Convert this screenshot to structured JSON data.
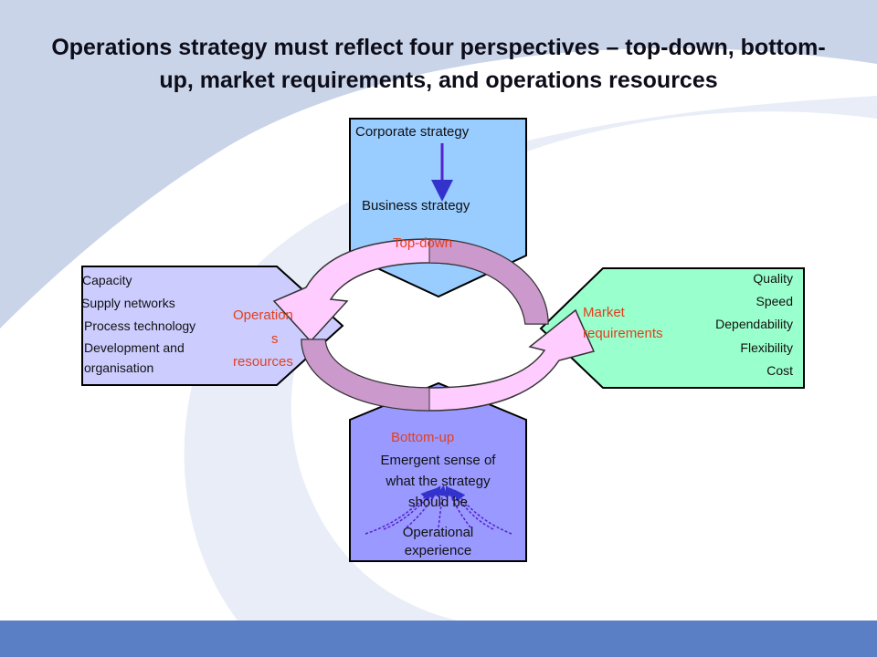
{
  "title": "Operations strategy must reflect four perspectives – top-down, bottom-up, market requirements, and operations resources",
  "top": {
    "corporate": "Corporate strategy",
    "business": "Business strategy",
    "label": "Top-down"
  },
  "left": {
    "items": [
      "Capacity",
      "Supply networks",
      "Process technology",
      "Development and",
      "organisation"
    ],
    "label_lines": [
      "Operation",
      "s",
      "resources"
    ]
  },
  "right": {
    "items": [
      "Quality",
      "Speed",
      "Dependability",
      "Flexibility",
      "Cost"
    ],
    "label_lines": [
      "Market",
      "requirements"
    ]
  },
  "bottom": {
    "label": "Bottom-up",
    "emergent_lines": [
      "Emergent sense of",
      "what the strategy",
      "should be"
    ],
    "experience_lines": [
      "Operational",
      "experience"
    ]
  },
  "colors": {
    "top_box": "#99ccff",
    "left_box": "#ccccff",
    "right_box": "#99ffcc",
    "bottom_box": "#9999ff",
    "arrow_fill": "#ffccff",
    "arrow_shade": "#cc99cc",
    "label_red": "#e2401f",
    "footer": "#5b7fc5"
  }
}
